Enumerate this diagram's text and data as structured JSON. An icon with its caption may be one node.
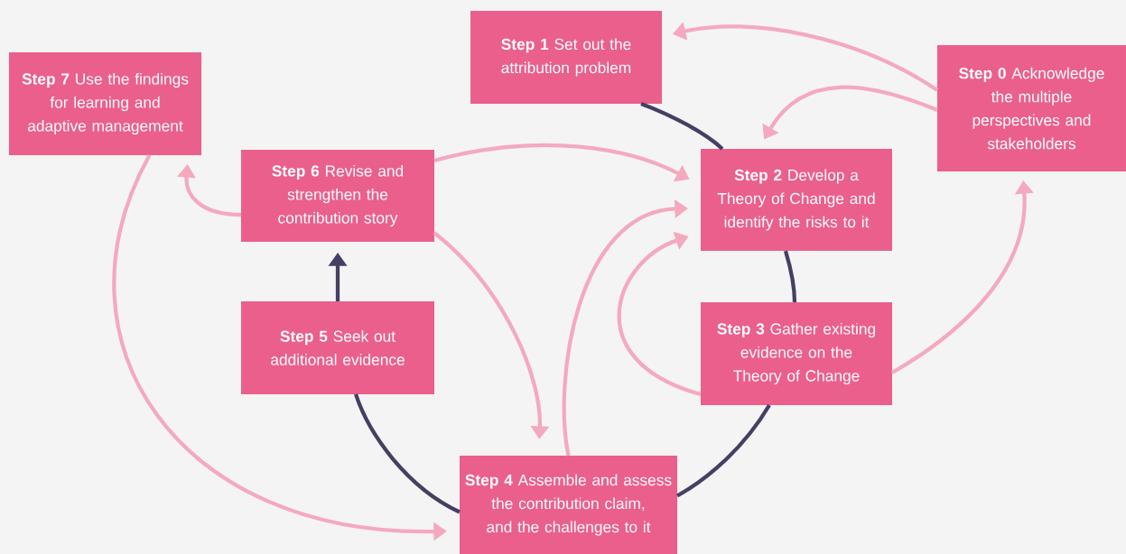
{
  "diagram": {
    "nodes": [
      {
        "text": [
          "**Step 1** Set out the attribution problem"
        ]
      },
      {
        "text": [
          "**Step 0** Acknowledge the multiple perspectives and stakeholders"
        ]
      },
      {
        "text": [
          "**Step 7** Use the findings for learning and adaptive management"
        ]
      },
      {
        "text": [
          "**Step 6** Revise and strengthen the contribution story"
        ]
      },
      {
        "text": [
          "**Step 2** Develop a Theory of Change and identify the risks to it"
        ]
      },
      {
        "text": [
          "**Step 5** Seek out additional evidence"
        ]
      },
      {
        "text": [
          "**Step 3** Gather existing evidence on the Theory of Change"
        ]
      },
      {
        "text": [
          "**Step 4** Assemble and assess the contribution claim, and the challenges to it"
        ]
      }
    ],
    "edges": [
      {
        "from": 1,
        "to": 0,
        "arrow": "to"
      },
      {
        "from": 1,
        "to": 4,
        "arrow": "to"
      },
      {
        "from": 3,
        "to": 4,
        "arrow": "to"
      },
      {
        "from": 7,
        "to": 4,
        "arrow": "to"
      },
      {
        "from": 6,
        "to": 4,
        "arrow": "to"
      },
      {
        "from": 6,
        "to": 1,
        "arrow": "to"
      },
      {
        "from": 3,
        "to": 2,
        "arrow": "to"
      },
      {
        "from": 3,
        "to": 7,
        "arrow": "to"
      },
      {
        "from": 2,
        "to": 7,
        "arrow": "to"
      },
      {
        "from": 0,
        "to": 4,
        "arrow": "none",
        "color": "#453f63"
      },
      {
        "from": 4,
        "to": 6,
        "arrow": "none",
        "color": "#453f63"
      },
      {
        "from": 6,
        "to": 7,
        "arrow": "none",
        "color": "#453f63"
      },
      {
        "from": 7,
        "to": 5,
        "arrow": "none",
        "color": "#453f63"
      },
      {
        "from": 5,
        "to": 3,
        "arrow": "to",
        "color": "#453f63"
      }
    ]
  }
}
